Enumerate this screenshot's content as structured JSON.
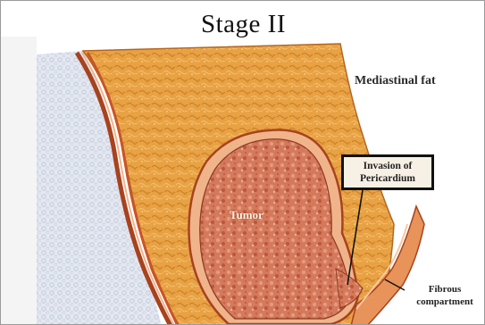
{
  "title": "Stage II",
  "labels": {
    "mediastinal_fat": "Mediastinal fat",
    "invasion": "Invasion of\nPericardium",
    "tumor": "Tumor",
    "fibrous": "Fibrous\ncompartment"
  },
  "colors": {
    "fat": "#e8a244",
    "fat_dark": "#c97a26",
    "pericardium": "#e7935a",
    "pericardium_dark": "#a8421f",
    "tumor": "#d4795c",
    "tumor_dark": "#8e3b22",
    "lung": "#dde3ee",
    "frame": "#9a9a9a"
  }
}
